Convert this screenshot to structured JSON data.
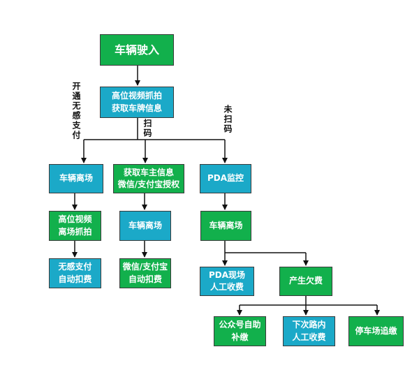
{
  "nodes": {
    "vehicle_entry": "车辆驶入",
    "hd_capture_plate": "高位视频抓拍\n获取车牌信息",
    "exit_left": "车辆离场",
    "owner_auth": "获取车主信息\n微信/支付宝授权",
    "pda_monitor": "PDA监控",
    "hd_exit_capture": "高位视频\n离场抓拍",
    "exit_middle": "车辆离场",
    "exit_right": "车辆离场",
    "frictionless_auto": "无感支付\n自动扣费",
    "wechat_alipay_auto": "微信/支付宝\n自动扣费",
    "pda_manual": "PDA现场\n人工收费",
    "arrears": "产生欠费",
    "official_account_pay": "公众号自助\n补缴",
    "next_roadside_manual": "下次路内\n人工收费",
    "parking_lot_recovery": "停车场追缴"
  },
  "edge_labels": {
    "frictionless_enabled": "开通无感支付",
    "scanned": "扫码",
    "not_scanned": "未扫码"
  }
}
